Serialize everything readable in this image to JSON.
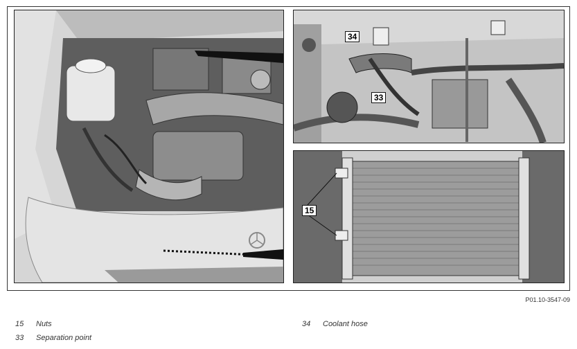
{
  "figure": {
    "code": "P01.10-3547-09",
    "callouts": {
      "coolant_hose": "34",
      "separation_point": "33",
      "nuts": "15"
    }
  },
  "legend": [
    {
      "number": "15",
      "label": "Nuts"
    },
    {
      "number": "33",
      "label": "Separation point"
    },
    {
      "number": "34",
      "label": "Coolant hose"
    }
  ]
}
